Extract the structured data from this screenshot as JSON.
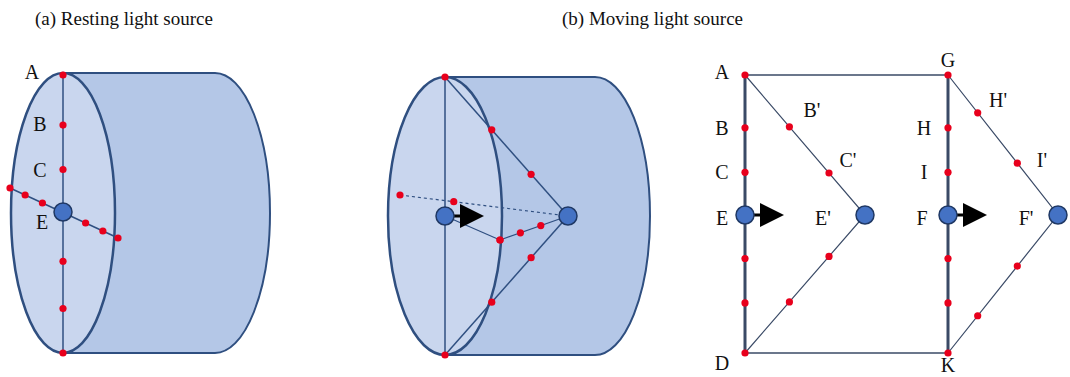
{
  "diagram": {
    "labels": [
      "(a) Resting light source",
      "(b) Moving light source",
      "A",
      "B",
      "C",
      "E",
      "A",
      "B'",
      "C'",
      "E'",
      "B",
      "C",
      "E",
      "D",
      "G",
      "H'",
      "I'",
      "F'",
      "H",
      "I",
      "F",
      "K"
    ]
  }
}
